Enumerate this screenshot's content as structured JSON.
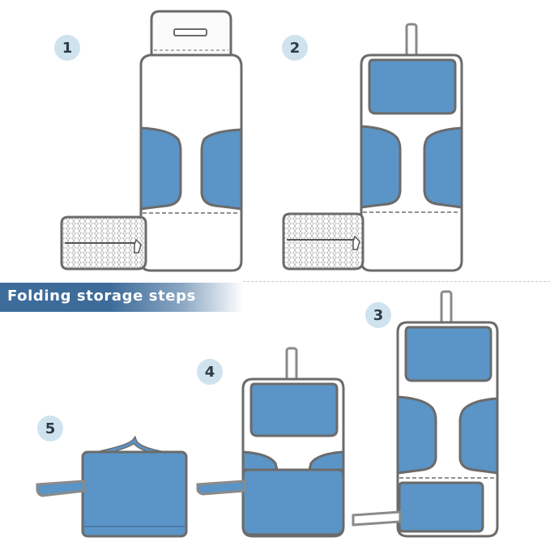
{
  "banner": {
    "title": "Folding storage steps"
  },
  "steps": [
    {
      "label": "1"
    },
    {
      "label": "2"
    },
    {
      "label": "3"
    },
    {
      "label": "4"
    },
    {
      "label": "5"
    }
  ],
  "colors": {
    "blue": "#5b94c6",
    "outline": "#6b6b6b",
    "strap": "#8a8a8a",
    "banner": "#3d6c9a",
    "badge": "#cfe3ee"
  }
}
